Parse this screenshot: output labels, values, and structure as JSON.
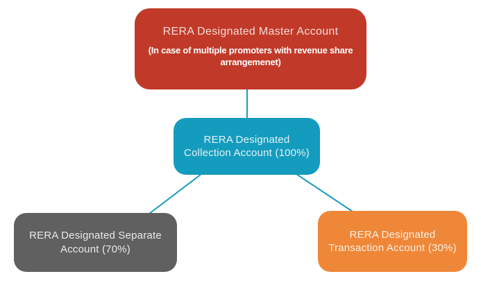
{
  "diagram": {
    "background": "#FFFFFF",
    "connector_color": "#149CBE",
    "nodes": {
      "master": {
        "title": "RERA Designated Master Account",
        "subtitle": "(In case of multiple promoters with revenue share arrangemenet)",
        "fill": "#C13A29",
        "title_color": "#F2DAD6",
        "subtitle_color": "#FFFFFF"
      },
      "collection": {
        "label": "RERA Designated Collection Account (100%)",
        "fill": "#149CBE",
        "text_color": "#E4F1F5"
      },
      "separate": {
        "label": "RERA Designated Separate Account (70%)",
        "fill": "#606060",
        "text_color": "#EAEAEA"
      },
      "transaction": {
        "label": "RERA Designated Transaction Account (30%)",
        "fill": "#EF8738",
        "text_color": "#FCEFE2"
      }
    }
  }
}
